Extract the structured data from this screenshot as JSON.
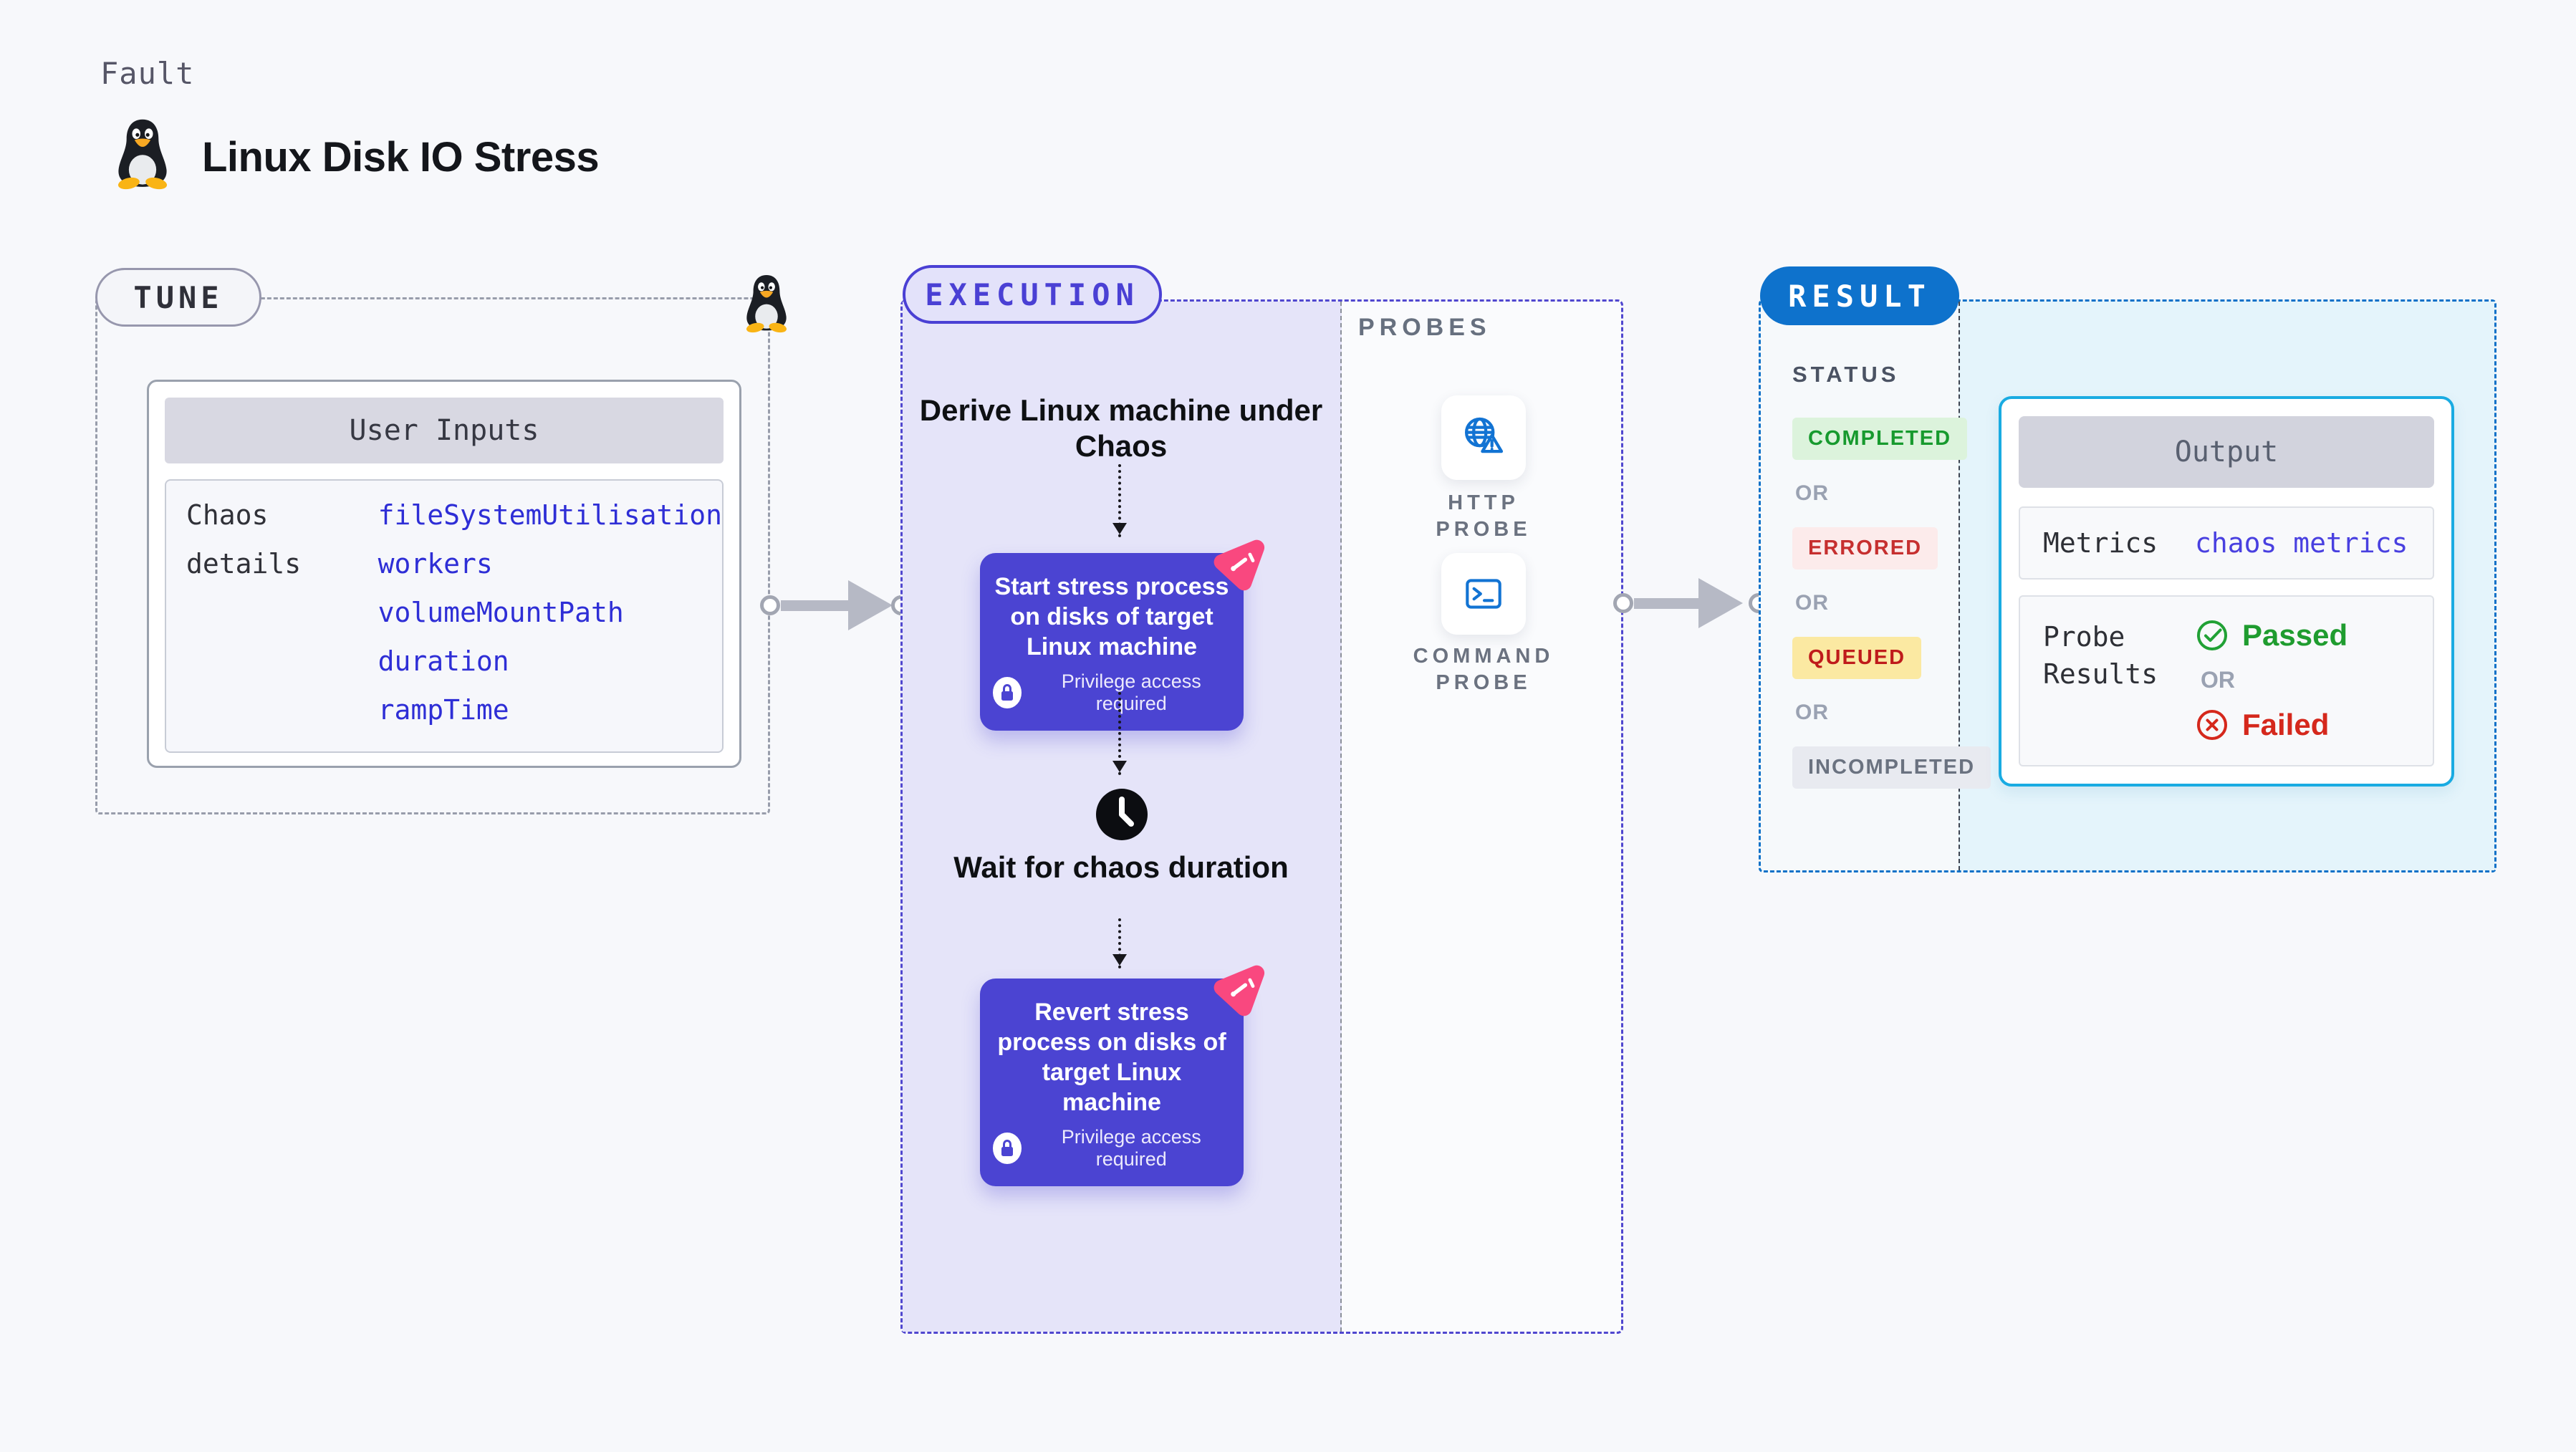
{
  "page": {
    "fault_label": "Fault",
    "title": "Linux Disk IO Stress"
  },
  "tune": {
    "badge": "TUNE",
    "card_title": "User Inputs",
    "row_label": "Chaos details",
    "inputs": [
      "fileSystemUtilisation",
      "workers",
      "volumeMountPath",
      "duration",
      "rampTime"
    ]
  },
  "execution": {
    "badge": "EXECUTION",
    "derive_text": "Derive Linux machine under Chaos",
    "start_step_title": "Start stress process on disks of target Linux machine",
    "wait_text": "Wait for chaos duration",
    "revert_step_title": "Revert stress process on disks of target Linux machine",
    "privilege_badge": "Privilege access required"
  },
  "probes": {
    "label": "PROBES",
    "items": [
      {
        "label": "HTTP PROBE"
      },
      {
        "label": "COMMAND PROBE"
      }
    ]
  },
  "result": {
    "badge": "RESULT",
    "status_heading": "STATUS",
    "or_label": "OR",
    "statuses": [
      {
        "label": "COMPLETED",
        "style": "color:#179a2e;background:#dcf3dc"
      },
      {
        "label": "ERRORED",
        "style": "color:#c62f2f;background:#fcebeb"
      },
      {
        "label": "QUEUED",
        "style": "color:#bf1b1b;background:#fbe9a2"
      },
      {
        "label": "INCOMPLETED",
        "style": "color:#6a7280;background:#e8eaf0"
      }
    ],
    "output": {
      "title": "Output",
      "metrics_label": "Metrics",
      "metrics_link": "chaos metrics",
      "probe_results_label": "Probe Results",
      "passed_label": "Passed",
      "or_label": "OR",
      "failed_label": "Failed"
    }
  },
  "colors": {
    "accent_indigo": "#4a40d4",
    "step_button": "#4b44d2",
    "litmus_pink": "#f9487f",
    "result_blue": "#0e72cc",
    "output_cyan": "#19abe2",
    "probe_icon_blue": "#1273d3",
    "passed_green": "#1f9c2f",
    "failed_red": "#d5281c",
    "link_blue": "#2e2ed6"
  }
}
